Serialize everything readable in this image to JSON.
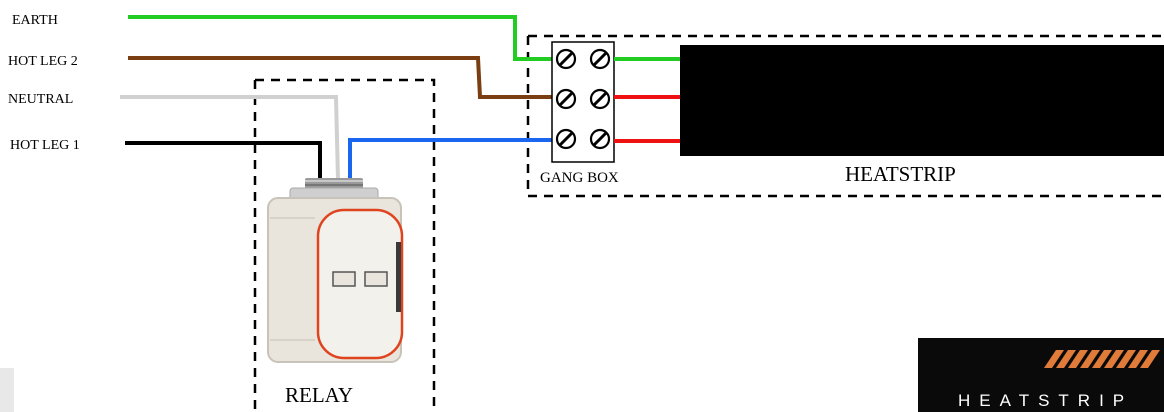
{
  "wires": {
    "earth": {
      "label": "EARTH",
      "color": "#22cc22"
    },
    "hot_leg_2": {
      "label": "HOT LEG 2",
      "color": "#7a3e12"
    },
    "neutral": {
      "label": "NEUTRAL",
      "color": "#d0d0d0"
    },
    "hot_leg_1": {
      "label": "HOT LEG 1",
      "color": "#000000"
    },
    "relay_output": {
      "color": "#1a66ee"
    },
    "heatstrip_feed": {
      "color": "#ee1111"
    }
  },
  "gang_box": {
    "label": "GANG BOX",
    "terminal_count": 6
  },
  "heatstrip": {
    "label": "HEATSTRIP",
    "color": "#000000"
  },
  "relay": {
    "label": "RELAY"
  },
  "logo": {
    "text": "HEATSTRIP",
    "stripe_color": "#e07b39",
    "background": "#0a0a0a"
  }
}
